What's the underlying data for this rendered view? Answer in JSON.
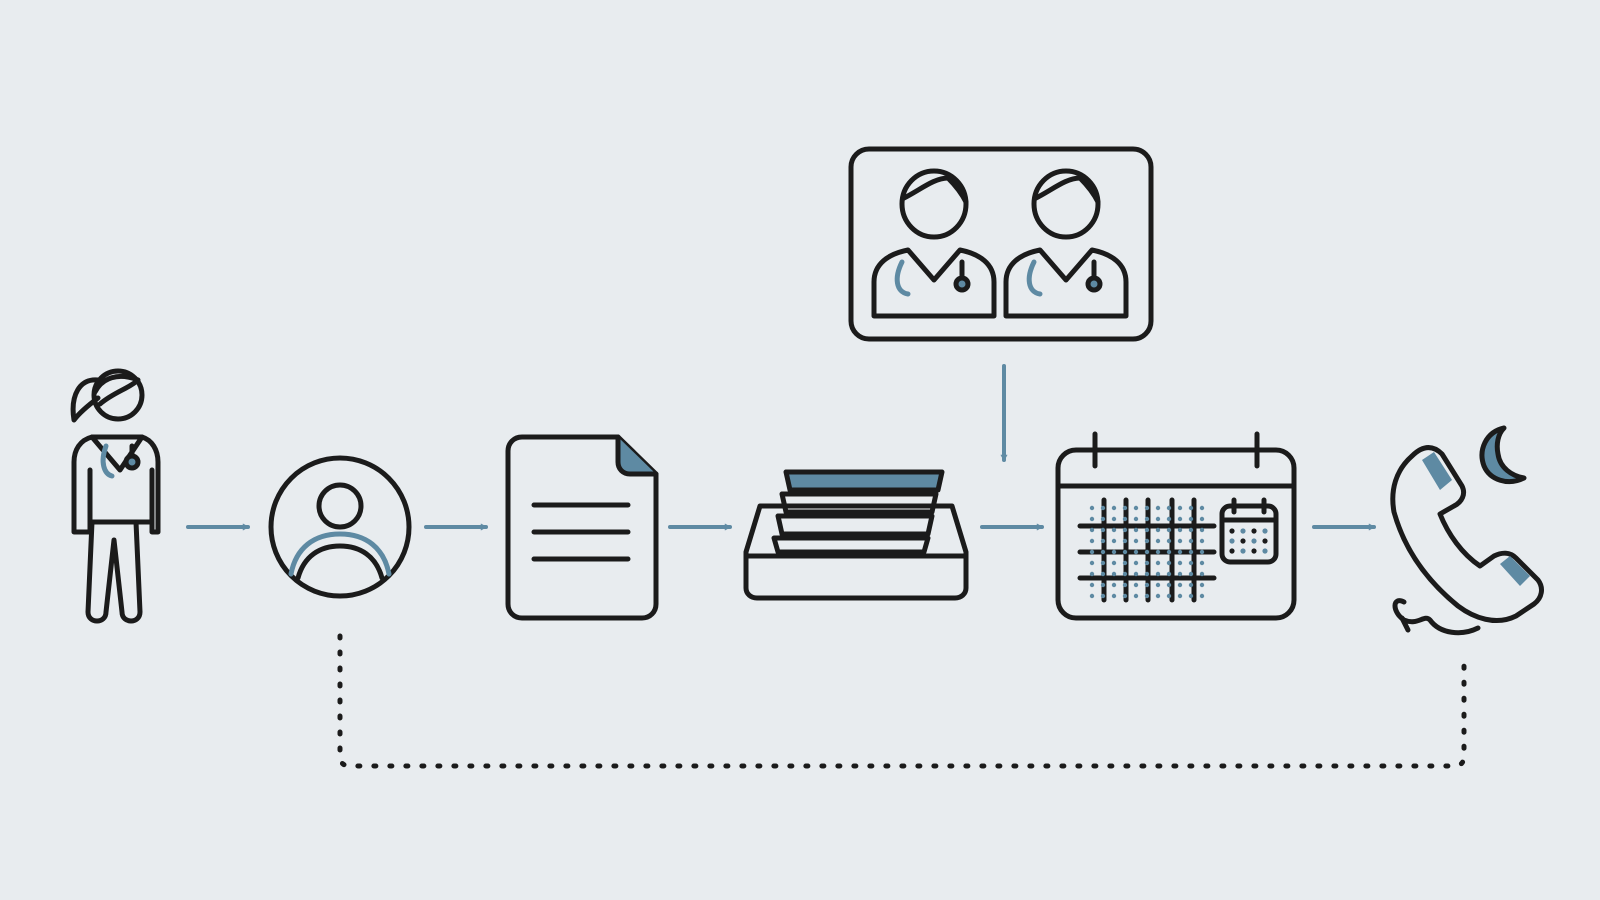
{
  "diagram": {
    "background": "#e8ecef",
    "ink_color": "#1b1b1b",
    "accent_color": "#5e8aa3",
    "nodes": [
      {
        "id": "nurse",
        "icon": "nurse-icon"
      },
      {
        "id": "patient-profile",
        "icon": "user-profile-icon"
      },
      {
        "id": "document",
        "icon": "document-icon"
      },
      {
        "id": "file-tray",
        "icon": "inbox-tray-icon"
      },
      {
        "id": "doctors-panel",
        "icon": "doctors-icon"
      },
      {
        "id": "schedule",
        "icon": "calendar-icon"
      },
      {
        "id": "after-hours-call",
        "icon": "phone-night-icon"
      }
    ],
    "connections": [
      {
        "from": "nurse",
        "to": "patient-profile",
        "style": "arrow"
      },
      {
        "from": "patient-profile",
        "to": "document",
        "style": "arrow"
      },
      {
        "from": "document",
        "to": "file-tray",
        "style": "arrow"
      },
      {
        "from": "file-tray",
        "to": "schedule",
        "style": "arrow"
      },
      {
        "from": "doctors-panel",
        "to": "schedule",
        "style": "arrow"
      },
      {
        "from": "schedule",
        "to": "after-hours-call",
        "style": "arrow"
      },
      {
        "from": "after-hours-call",
        "to": "patient-profile",
        "style": "dotted"
      }
    ]
  }
}
